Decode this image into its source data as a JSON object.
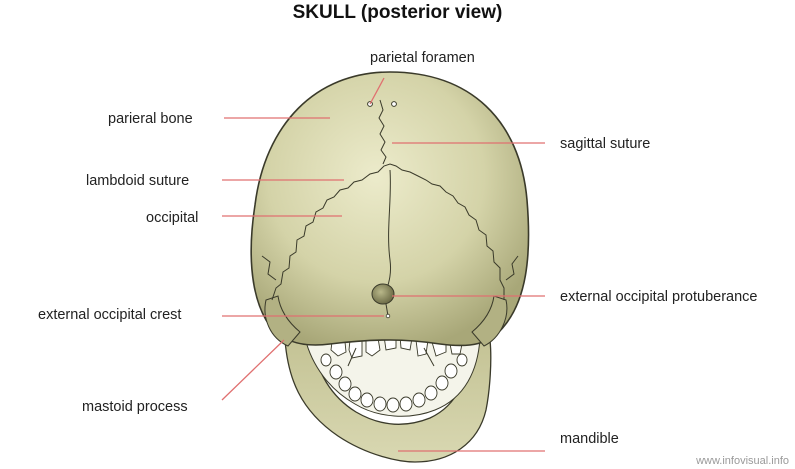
{
  "title": "SKULL (posterior view)",
  "labels": {
    "parietal_foramen": "parietal foramen",
    "parieral_bone": "parieral bone",
    "sagittal_suture": "sagittal suture",
    "lambdoid_suture": "lambdoid suture",
    "occipital": "occipital",
    "external_occipital_crest": "external occipital crest",
    "external_occipital_protuberance": "external occipital protuberance",
    "mastoid_process": "mastoid process",
    "mandible": "mandible"
  },
  "watermark": "www.infovisual.info",
  "colors": {
    "bone_light": "#e6e6c4",
    "bone_mid": "#c9c99b",
    "bone_dark": "#8e8e62",
    "outline": "#3a3a2a",
    "leader": "#e07070",
    "teeth": "#ffffff"
  }
}
